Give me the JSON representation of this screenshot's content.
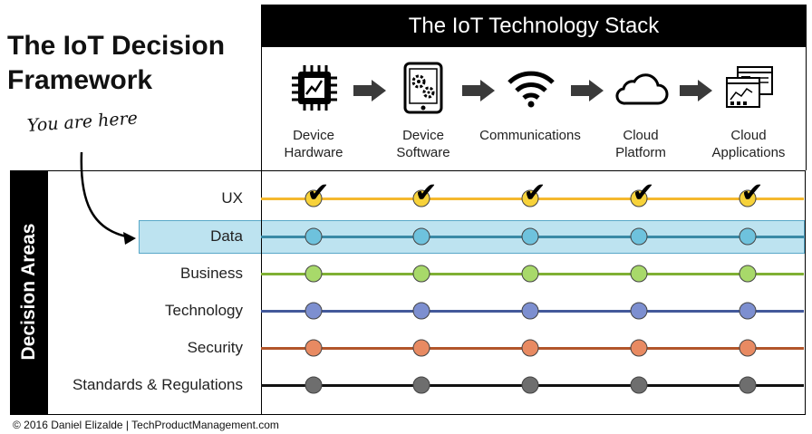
{
  "title": "The IoT Decision Framework",
  "annotation": "You are here",
  "stack_title": "The IoT Technology Stack",
  "side_title": "Decision Areas",
  "columns": [
    {
      "label": "Device\nHardware",
      "icon": "chip-icon"
    },
    {
      "label": "Device\nSoftware",
      "icon": "tablet-gears-icon"
    },
    {
      "label": "Communications",
      "icon": "wifi-icon"
    },
    {
      "label": "Cloud\nPlatform",
      "icon": "cloud-icon"
    },
    {
      "label": "Cloud\nApplications",
      "icon": "dashboard-windows-icon"
    }
  ],
  "rows": [
    {
      "label": "UX",
      "line_color": "#f5b82e",
      "node_color": "#f7d23a",
      "checked": true
    },
    {
      "label": "Data",
      "line_color": "#3a8aa6",
      "node_color": "#6ec2dd",
      "checked": false,
      "highlighted": true
    },
    {
      "label": "Business",
      "line_color": "#7fb034",
      "node_color": "#a8d96a",
      "checked": false
    },
    {
      "label": "Technology",
      "line_color": "#43599a",
      "node_color": "#7d8fd0",
      "checked": false
    },
    {
      "label": "Security",
      "line_color": "#b2552a",
      "node_color": "#e88a62",
      "checked": false
    },
    {
      "label": "Standards & Regulations",
      "line_color": "#111111",
      "node_color": "#6e6e6e",
      "checked": false
    }
  ],
  "footer": "© 2016 Daniel Elizalde | TechProductManagement.com"
}
